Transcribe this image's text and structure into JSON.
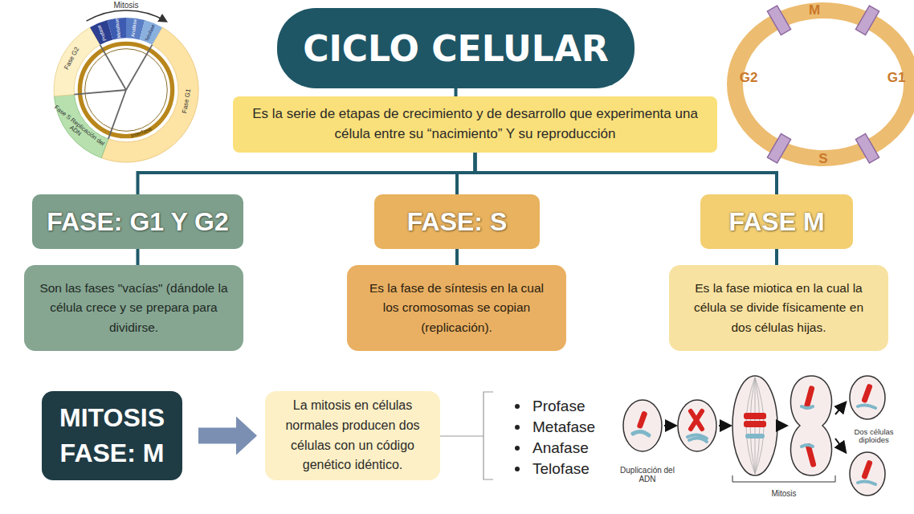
{
  "diagram": {
    "nodes": [
      {
        "text": [
          "CICLO CELULAR"
        ]
      },
      {
        "text": [
          "Es la serie de etapas de crecimiento y de desarrollo que experimenta una célula entre su “nacimiento” Y su reproducción"
        ]
      },
      {
        "text": [
          "FASE: G1 Y G2"
        ]
      },
      {
        "text": [
          "FASE: S"
        ]
      },
      {
        "text": [
          "FASE M"
        ]
      },
      {
        "text": [
          "Son las fases \"vacías\" (dándole la célula crece y se prepara para dividirse."
        ]
      },
      {
        "text": [
          "Es la fase de síntesis en la cual los cromosomas se copian (replicación)."
        ]
      },
      {
        "text": [
          "Es la fase miotica en la cual la célula se divide físicamente en dos células hijas."
        ]
      },
      {
        "text": [
          "MITOSIS FASE: M"
        ]
      },
      {
        "text": [
          "La mitosis en células normales producen dos células con un código genético idéntico."
        ]
      }
    ],
    "edges": [
      {
        "from": 0,
        "to": 1,
        "arrow": "none"
      },
      {
        "from": 1,
        "to": 2,
        "arrow": "none"
      },
      {
        "from": 1,
        "to": 3,
        "arrow": "none"
      },
      {
        "from": 1,
        "to": 4,
        "arrow": "none"
      },
      {
        "from": 2,
        "to": 5,
        "arrow": "none"
      },
      {
        "from": 3,
        "to": 6,
        "arrow": "none"
      },
      {
        "from": 4,
        "to": 7,
        "arrow": "none"
      },
      {
        "from": 8,
        "to": 9,
        "arrow": "to"
      }
    ],
    "labels": [
      "Mitosis",
      "Profase",
      "Metafase",
      "Anafase",
      "Telofase",
      "Fase G2",
      "Fase S Replicación del ADN",
      "Interfase",
      "Fase G1",
      "M",
      "G2",
      "G1",
      "S",
      "Profase",
      "Metafase",
      "Anafase",
      "Telofase",
      "Duplicación del ADN",
      "Dos células diploides",
      "Mitosis"
    ]
  }
}
